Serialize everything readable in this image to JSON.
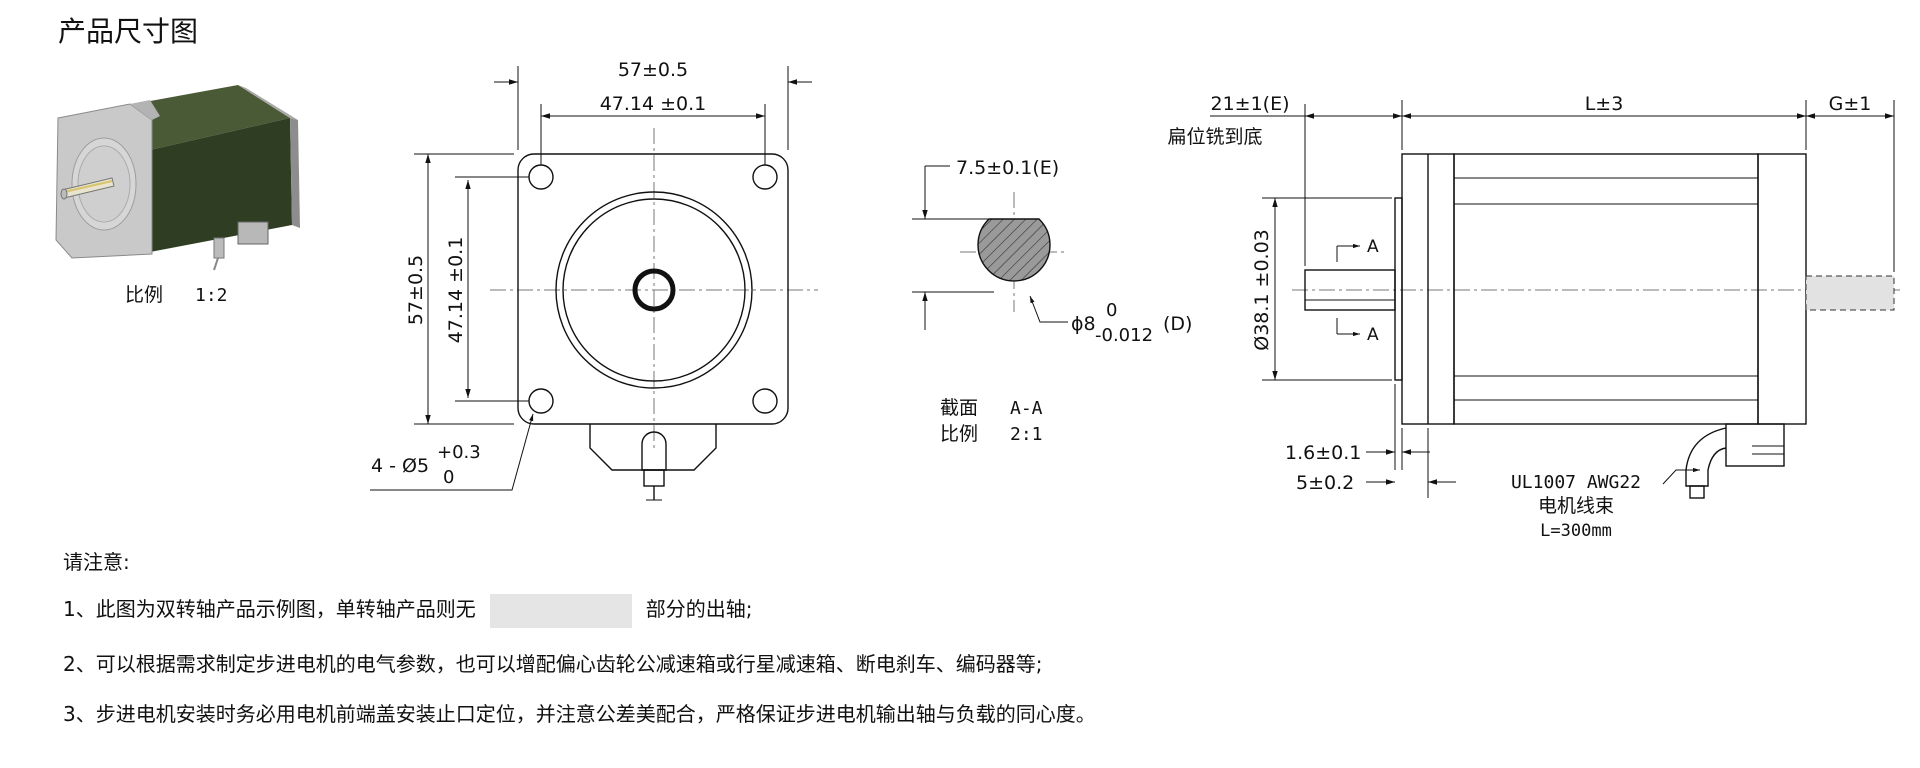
{
  "page_title": "产品尺寸图",
  "thumbnail": {
    "scale_label": "比例",
    "scale_value": "1:2"
  },
  "front_view": {
    "width_outer": "57±0.5",
    "width_holes": "47.14 ±0.1",
    "height_outer": "57±0.5",
    "height_holes": "47.14 ±0.1",
    "hole_label": "4 - Ø5",
    "hole_tol_upper": "+0.3",
    "hole_tol_lower": "0"
  },
  "section_view": {
    "flat_dim": "7.5±0.1(E)",
    "shaft_dim": "ϕ8",
    "shaft_tol_upper": "0",
    "shaft_tol_lower": "-0.012",
    "shaft_suffix": "(D)",
    "section_label": "截面",
    "section_value": "A-A",
    "scale_label": "比例",
    "scale_value": "2:1"
  },
  "side_view": {
    "shaft_length": "21±1(E)",
    "flat_note": "扁位铣到底",
    "body_length": "L±3",
    "rear_length": "G±1",
    "pilot_dia": "Ø38.1 ±0.03",
    "section_mark": "A",
    "pilot_depth": "1.6±0.1",
    "flange_thk": "5±0.2",
    "cable_spec": "UL1007 AWG22",
    "cable_name": "电机线束",
    "cable_length": "L=300mm"
  },
  "notes": {
    "heading": "请注意:",
    "n1_before": "1、此图为双转轴产品示例图，单转轴产品则无",
    "n1_after": "部分的出轴;",
    "n2": "2、可以根据需求制定步进电机的电气参数，也可以增配偏心齿轮公减速箱或行星减速箱、断电刹车、编码器等;",
    "n3": "3、步进电机安装时务必用电机前端盖安装止口定位，并注意公差美配合，严格保证步进电机输出轴与负载的同心度。"
  }
}
